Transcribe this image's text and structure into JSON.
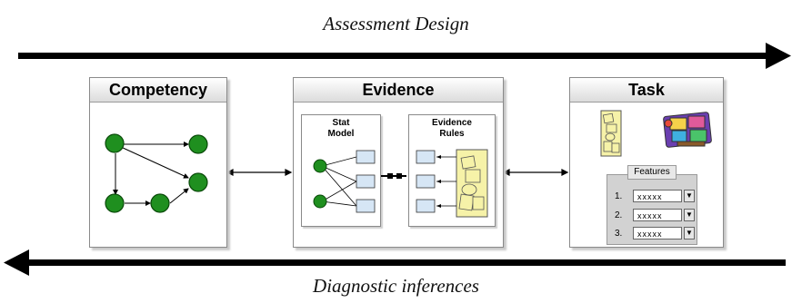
{
  "top_caption": "Assessment Design",
  "bottom_caption": "Diagnostic inferences",
  "models": {
    "competency": {
      "title": "Competency"
    },
    "evidence": {
      "title": "Evidence",
      "stat_model": "Stat\nModel",
      "evidence_rules": "Evidence\nRules"
    },
    "task": {
      "title": "Task",
      "features": {
        "title": "Features",
        "rows": [
          {
            "num": "1.",
            "value": "xxxxx"
          },
          {
            "num": "2.",
            "value": "xxxxx"
          },
          {
            "num": "3.",
            "value": "xxxxx"
          }
        ]
      }
    }
  },
  "colors": {
    "node_green": "#1f8f1f",
    "node_stroke": "#0a4a0a",
    "obs_fill": "#d6e6f5",
    "rules_fill": "#f6f2a8",
    "arrow": "#000000"
  }
}
